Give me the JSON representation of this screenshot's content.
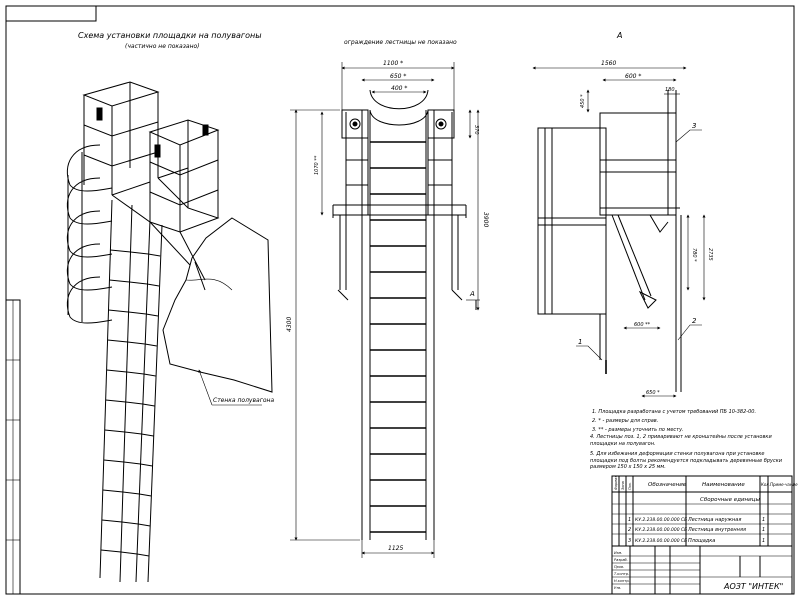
{
  "isometric_view": {
    "title": "Схема установки площадки на полувагоны",
    "subtitle": "(частично не показано)",
    "leader_label": "Стенка полувагона"
  },
  "front_view": {
    "title": "ограждение лестницы не показано",
    "dims": {
      "top_width": "1100 *",
      "mid_width": "650 *",
      "inner_width": "400 *",
      "right_upper": "370",
      "left_vertical": "1070 **",
      "right_vertical": "3900",
      "full_height": "4300",
      "bottom_width": "1125"
    },
    "section_marker": "A"
  },
  "side_view": {
    "title": "A",
    "dims": {
      "overall": "1560",
      "platform": "600 *",
      "post_offset": "180",
      "top_gap": "450 *",
      "stay_inner": "780 *",
      "stay_outer": "2735",
      "bottom_left": "600 **",
      "foot": "650 *"
    },
    "callouts": [
      "3",
      "2",
      "1"
    ]
  },
  "notes": [
    "1. Площадка разработана с учетом требований ПБ 10-382-00.",
    "2. * - размеры для справ.",
    "3. ** - размеры уточнить по месту.",
    "4. Лестницы поз. 1, 2 приваривают не кронштейны после установки площадки на полувагон.",
    "5. Для избежания деформации стенки полувагона при установке площадки под болты рекомендуется подкладывать деревянные бруски размером 150 х 150 х 25 мм."
  ],
  "spec_table": {
    "headers": {
      "format": "Формат",
      "zone": "Зона",
      "pos": "Поз.",
      "designation": "Обозначение",
      "name": "Наименование",
      "qty": "Кол.",
      "note": "Приме-чание"
    },
    "section": "Сборочные единицы",
    "rows": [
      {
        "pos": "1",
        "designation": "КУ.2.238.00.00.000 СБ",
        "name": "Лестница наружная",
        "qty": "1"
      },
      {
        "pos": "2",
        "designation": "КУ.2.238.00.00.000 СБ",
        "name": "Лестница внутренняя",
        "qty": "1"
      },
      {
        "pos": "3",
        "designation": "КУ.2.238.00.00.000 СБ",
        "name": "Площадка",
        "qty": "1"
      }
    ]
  },
  "title_block": {
    "company": "АОЗТ \"ИНТЕК\"",
    "rows": [
      "Изм.",
      "Разраб.",
      "Пров.",
      "Т.контр.",
      "Н.контр.",
      "Утв."
    ]
  },
  "colors": {
    "line": "#000000",
    "paper": "#ffffff"
  }
}
